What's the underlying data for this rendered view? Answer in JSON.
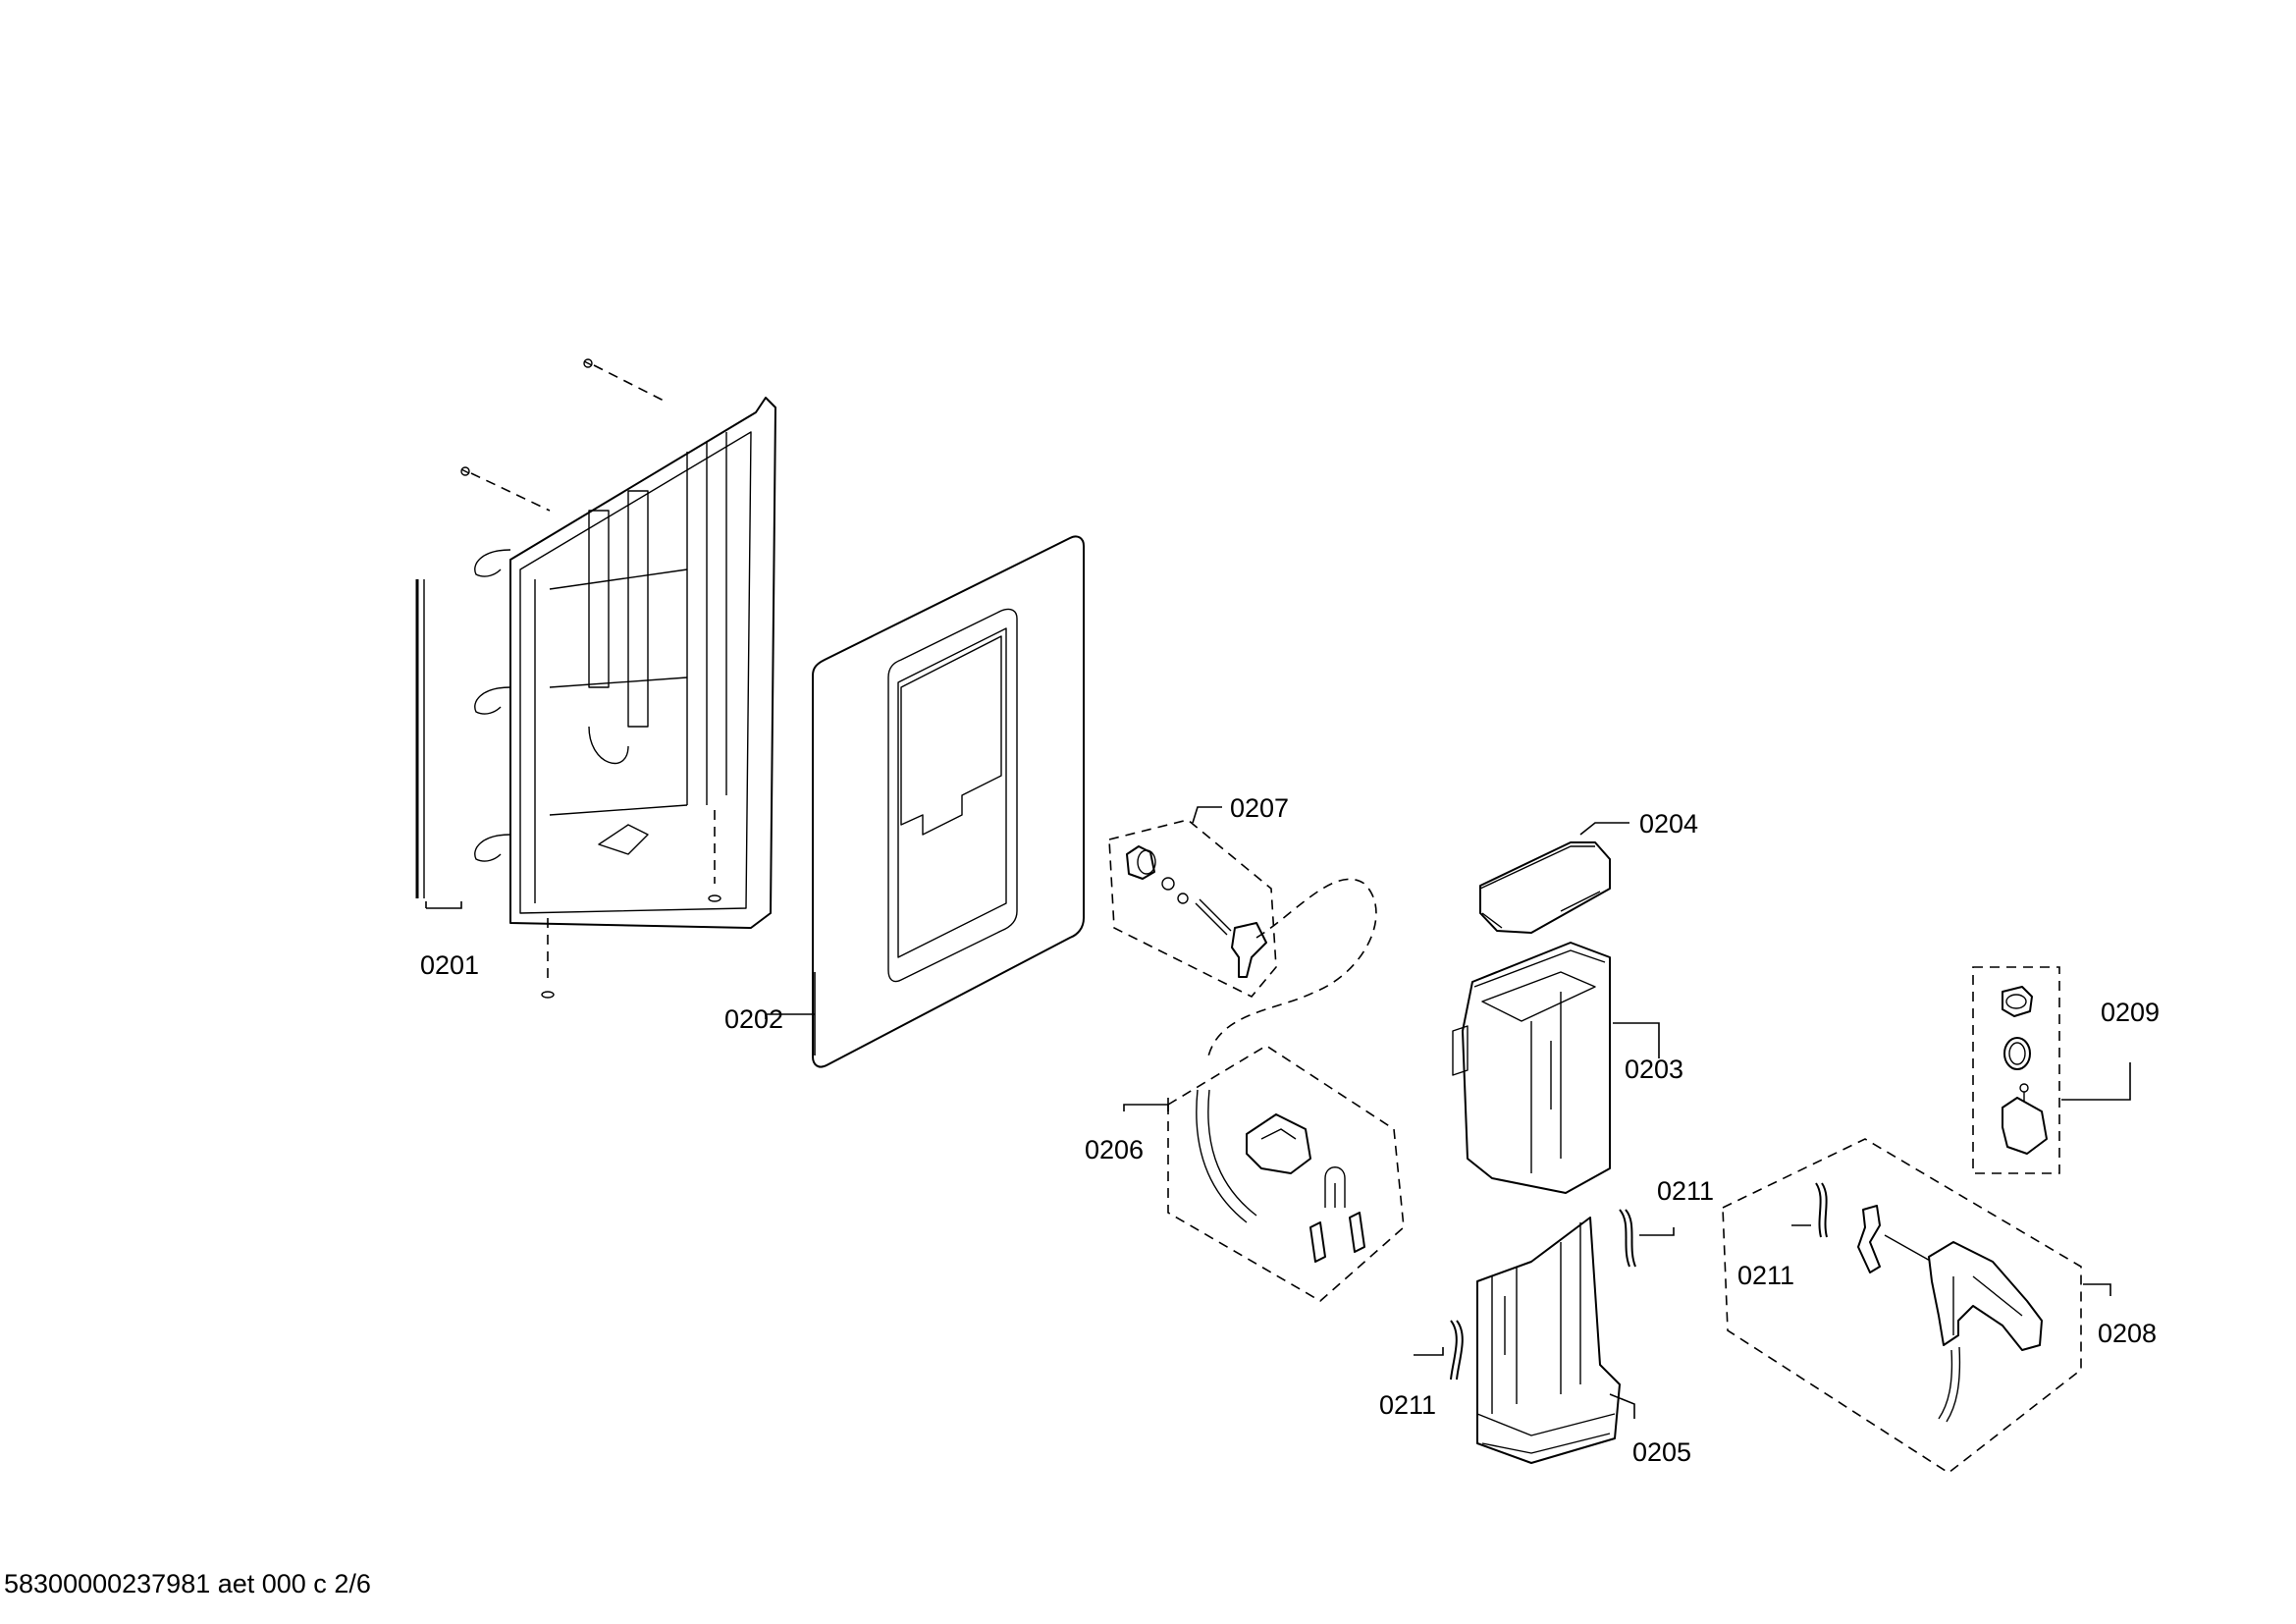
{
  "labels": {
    "p0201": "0201",
    "p0202": "0202",
    "p0203": "0203",
    "p0204": "0204",
    "p0205": "0205",
    "p0206": "0206",
    "p0207": "0207",
    "p0208": "0208",
    "p0209": "0209",
    "p0211a": "0211",
    "p0211b": "0211",
    "p0211c": "0211"
  },
  "footer": "58300000237981 aet 000 c 2/6"
}
